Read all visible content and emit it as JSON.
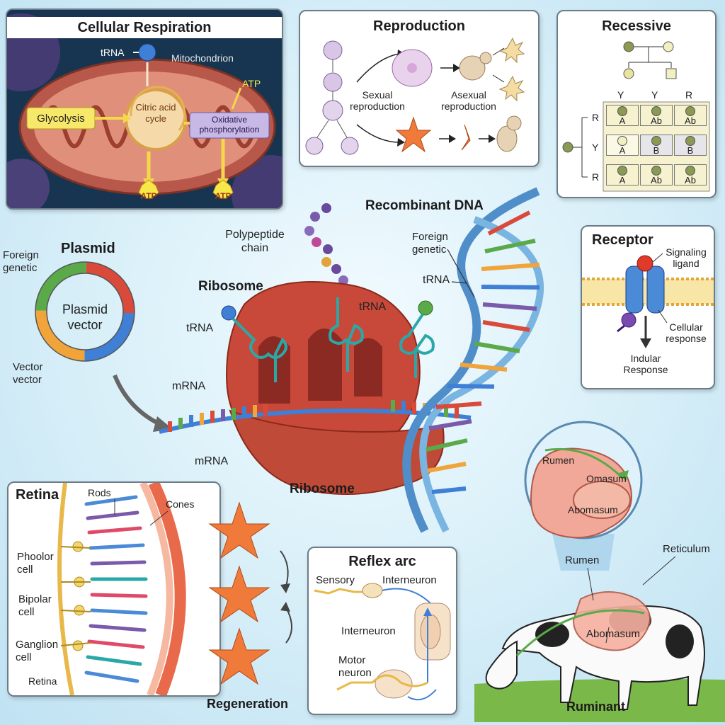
{
  "respiration": {
    "title": "Cellular Respiration",
    "trna": "tRNA",
    "mitochondrion": "Mitochondrion",
    "atp_top": "ATP",
    "glycolysis": "Glycolysis",
    "citric": "Citric acid cycle",
    "oxidative": "Oxidative phosphorylation",
    "atp1": "ATP",
    "atp2": "ATP"
  },
  "reproduction": {
    "title": "Reproduction",
    "sexual": "Sexual reproduction",
    "asexual": "Asexual reproduction"
  },
  "recessive": {
    "title": "Recessive",
    "cols": [
      "Y",
      "Y",
      "R"
    ],
    "rows": [
      "R",
      "Y",
      "R"
    ],
    "cells": [
      [
        "A",
        "Ab",
        "Ab"
      ],
      [
        "A",
        "B",
        "B"
      ],
      [
        "A",
        "Ab",
        "Ab"
      ]
    ]
  },
  "plasmid": {
    "title": "Plasmid",
    "foreign": "Foreign genetic",
    "vector_label": "Plasmid vector",
    "vector_bottom": "Vector vector"
  },
  "ribosome": {
    "polypeptide": "Polypeptide chain",
    "title": "Ribosome",
    "trna_left": "tRNA",
    "trna_mid": "tRNA",
    "trna_right": "tRNA",
    "mrna_top": "mRNA",
    "mrna_bottom": "mRNA",
    "bottom_title": "Ribosome"
  },
  "recombinant": {
    "title": "Recombinant DNA",
    "foreign": "Foreign genetic"
  },
  "receptor": {
    "title": "Receptor",
    "ligand": "Signaling ligand",
    "cellular": "Cellular response",
    "indular": "Indular Response"
  },
  "retina": {
    "title": "Retina",
    "rods": "Rods",
    "cones": "Cones",
    "phoolor": "Phoolor cell",
    "bipolar": "Bipolar cell",
    "ganglion": "Ganglion cell",
    "retina_bottom": "Retina"
  },
  "regeneration": {
    "title": "Regeneration"
  },
  "reflex": {
    "title": "Reflex arc",
    "sensory": "Sensory",
    "interneuron_top": "Interneuron",
    "interneuron_mid": "Interneuron",
    "motor": "Motor neuron"
  },
  "ruminant": {
    "rumen_inset": "Rumen",
    "omasum": "Omasum",
    "abomasum_inset": "Abomasum",
    "rumen": "Rumen",
    "reticulum": "Reticulum",
    "abomasum": "Abomasum",
    "title": "Ruminant"
  },
  "colors": {
    "ribosome": "#c8493a",
    "mitochondrion": "#c9705e",
    "dna_strand": "#4f8ec9",
    "accent_yellow": "#f7e84a"
  }
}
